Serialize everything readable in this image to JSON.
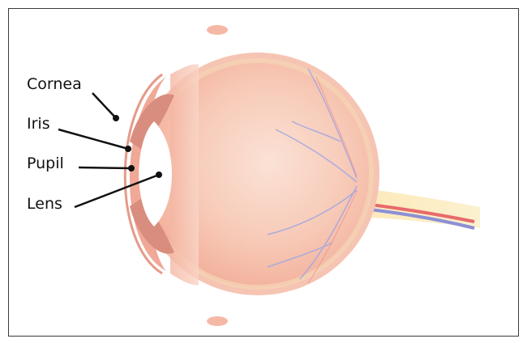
{
  "diagram": {
    "labels": {
      "cornea": "Cornea",
      "iris": "Iris",
      "pupil": "Pupil",
      "lens": "Lens"
    }
  }
}
